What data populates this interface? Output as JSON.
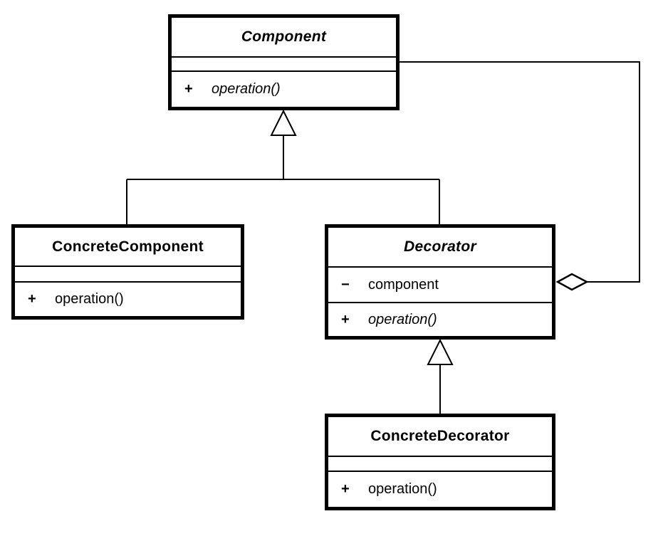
{
  "colors": {
    "background": "#ffffff",
    "line": "#000000",
    "box_fill": "#ffffff",
    "text": "#000000"
  },
  "classes": [
    {
      "name": "Component",
      "stereotype": "abstract",
      "attributes": [],
      "operations": [
        {
          "visibility": "+",
          "signature": "operation()",
          "abstract": true
        }
      ]
    },
    {
      "name": "ConcreteComponent",
      "stereotype": "concrete",
      "attributes": [],
      "operations": [
        {
          "visibility": "+",
          "signature": "operation()",
          "abstract": false
        }
      ]
    },
    {
      "name": "Decorator",
      "stereotype": "abstract",
      "attributes": [
        {
          "visibility": "−",
          "name": "component"
        }
      ],
      "operations": [
        {
          "visibility": "+",
          "signature": "operation()",
          "abstract": true
        }
      ]
    },
    {
      "name": "ConcreteDecorator",
      "stereotype": "concrete",
      "attributes": [],
      "operations": [
        {
          "visibility": "+",
          "signature": "operation()",
          "abstract": false
        }
      ]
    }
  ],
  "relationships": [
    {
      "type": "generalization",
      "from": "ConcreteComponent",
      "to": "Component"
    },
    {
      "type": "generalization",
      "from": "Decorator",
      "to": "Component"
    },
    {
      "type": "generalization",
      "from": "ConcreteDecorator",
      "to": "Decorator"
    },
    {
      "type": "aggregation",
      "whole": "Decorator",
      "part": "Component"
    }
  ]
}
